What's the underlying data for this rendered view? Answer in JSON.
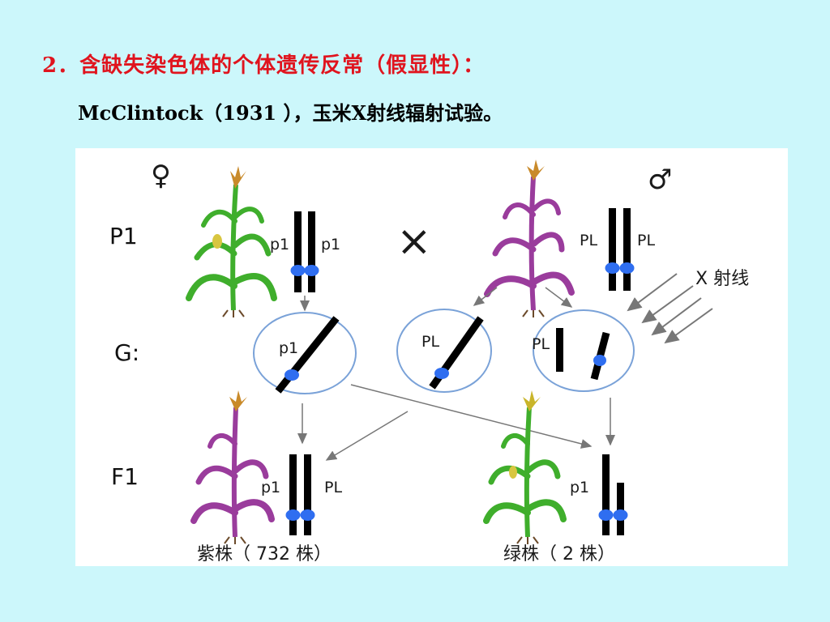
{
  "slide": {
    "heading": "2．含缺失染色体的个体遗传反常（假显性）：",
    "subheading": "McClintock（1931 ），玉米X射线辐射试验。"
  },
  "diagram": {
    "symbols": {
      "female": "♀",
      "male": "♂",
      "cross": "×"
    },
    "generations": {
      "p1": "P1",
      "g": "G:",
      "f1": "F1"
    },
    "parents": {
      "female": {
        "allele_left": "p1",
        "allele_right": "p1",
        "plant_color": "green"
      },
      "male": {
        "allele_left": "PL",
        "allele_right": "PL",
        "plant_color": "purple"
      }
    },
    "radiation": {
      "label": "X 射线"
    },
    "gametes": [
      {
        "allele": "p1",
        "type": "normal"
      },
      {
        "allele": "PL",
        "type": "normal"
      },
      {
        "allele": "PL",
        "type": "broken"
      }
    ],
    "offspring": [
      {
        "allele_left": "p1",
        "allele_right": "PL",
        "caption": "紫株（ 732 株）",
        "plant_color": "purple"
      },
      {
        "allele_left": "p1",
        "allele_right": "",
        "caption": "绿株（ 2 株）",
        "plant_color": "green"
      }
    ],
    "colors": {
      "centromere": "#2f6ef0",
      "circle": "#7aa2d8",
      "green_plant": "#3fae2c",
      "purple_plant": "#9a3c9c",
      "chromosome": "#000000"
    }
  }
}
